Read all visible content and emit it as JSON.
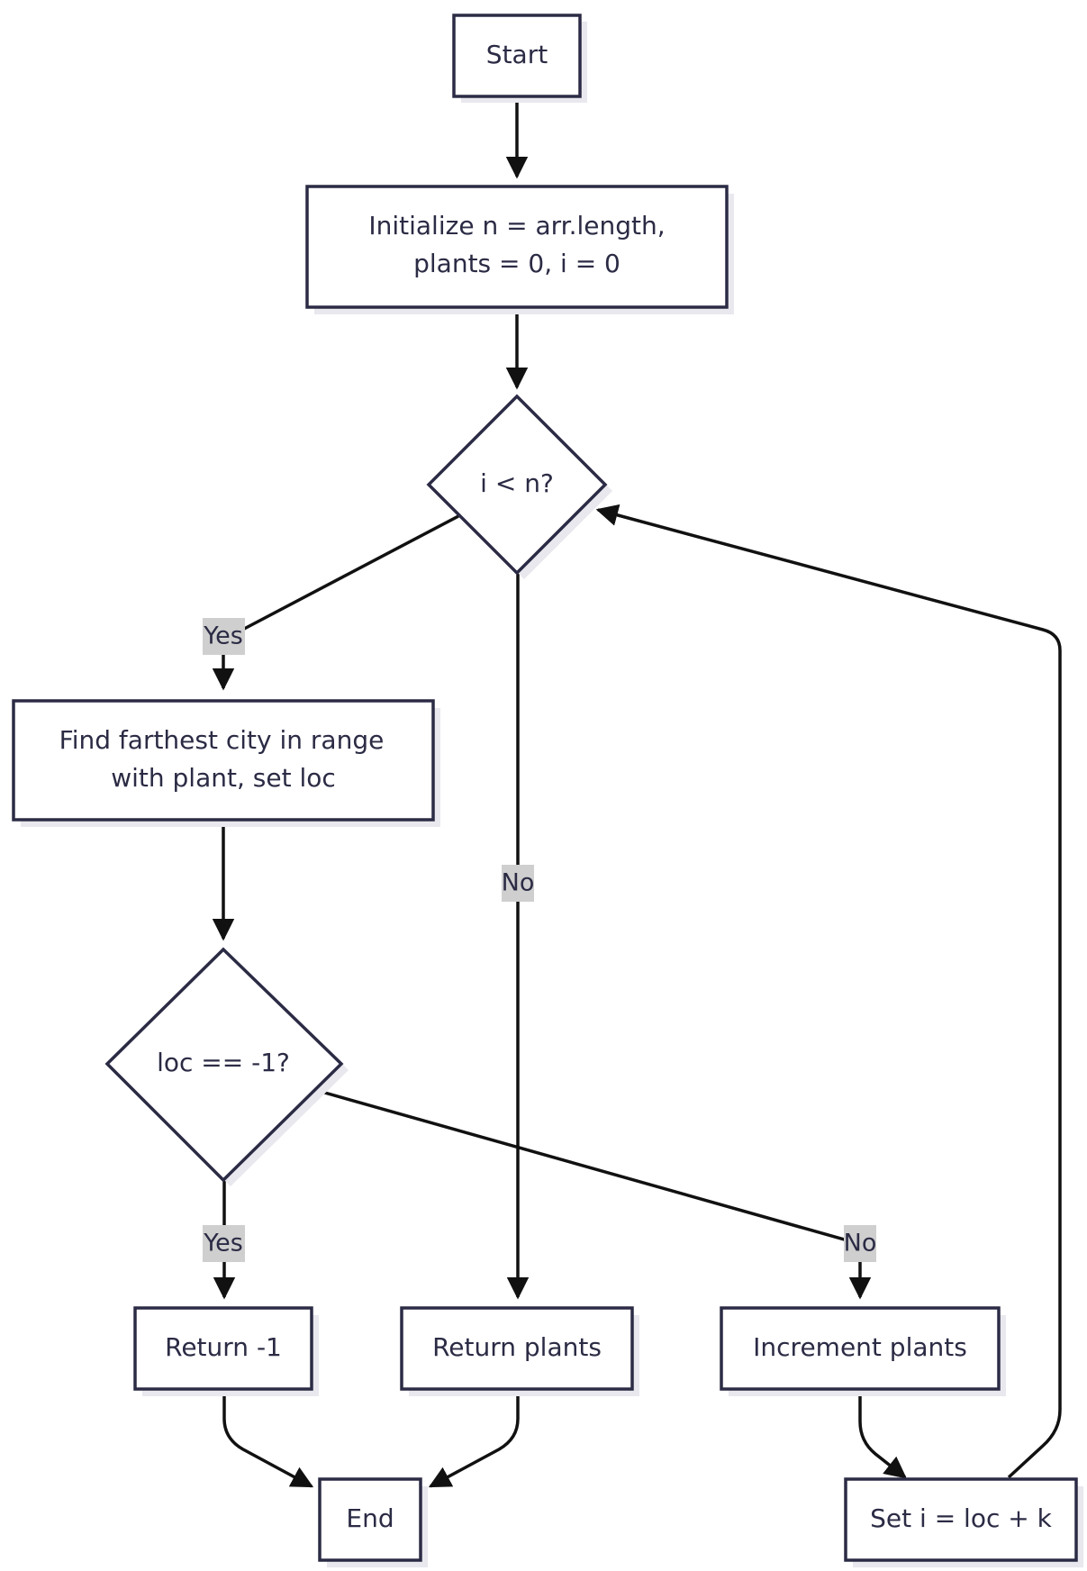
{
  "nodes": {
    "start": {
      "lines": [
        "Start"
      ]
    },
    "init": {
      "lines": [
        "Initialize n = arr.length,",
        "plants = 0, i = 0"
      ]
    },
    "cond_i": {
      "lines": [
        "i < n?"
      ]
    },
    "find": {
      "lines": [
        "Find farthest city in range",
        "with plant, set loc"
      ]
    },
    "cond_loc": {
      "lines": [
        "loc == -1?"
      ]
    },
    "ret_neg": {
      "lines": [
        "Return -1"
      ]
    },
    "ret_plants": {
      "lines": [
        "Return plants"
      ]
    },
    "inc": {
      "lines": [
        "Increment plants"
      ]
    },
    "end": {
      "lines": [
        "End"
      ]
    },
    "set_i": {
      "lines": [
        "Set i = loc + k"
      ]
    }
  },
  "edge_labels": {
    "cond_i_yes": "Yes",
    "cond_i_no": "No",
    "cond_loc_yes": "Yes",
    "cond_loc_no": "No"
  },
  "colors": {
    "node_stroke": "#2b2b45",
    "edge_stroke": "#111111",
    "label_bg": "#cfcfcf"
  }
}
